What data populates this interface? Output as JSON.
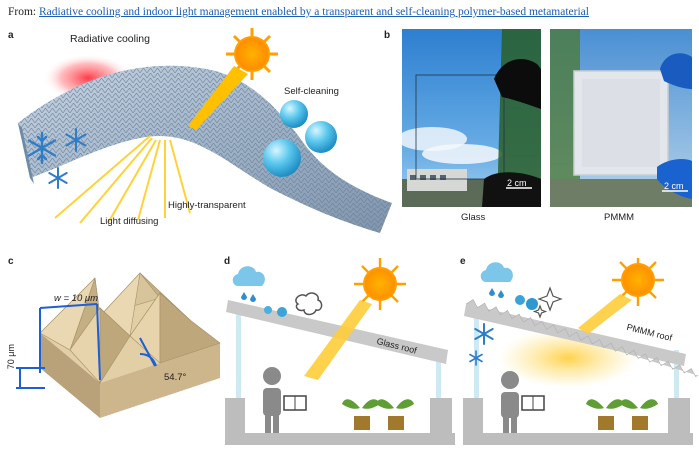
{
  "header": {
    "prefix": "From: ",
    "link_text": "Radiative cooling and indoor light management enabled by a transparent and self-cleaning polymer-based metamaterial"
  },
  "panels": {
    "a": {
      "label": "a",
      "radiative_cooling": "Radiative cooling",
      "self_cleaning": "Self-cleaning",
      "light_diffusing": "Light diffusing",
      "highly_transparent": "Highly-transparent"
    },
    "b": {
      "label": "b",
      "scale_left": "2 cm",
      "scale_right": "2 cm",
      "caption_left": "Glass",
      "caption_right": "PMMM"
    },
    "c": {
      "label": "c",
      "width_label": "w = 10 μm",
      "height_label": "70 μm",
      "angle_label": "54.7°"
    },
    "d": {
      "label": "d",
      "roof_label": "Glass roof"
    },
    "e": {
      "label": "e",
      "roof_label": "PMMM roof"
    }
  }
}
